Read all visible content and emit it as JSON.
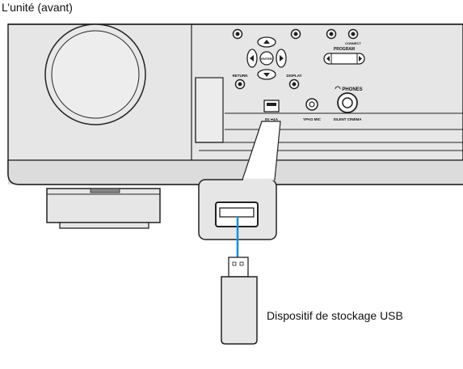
{
  "title": "L’unité (avant)",
  "usb_device_label": "Dispositif de stockage USB",
  "panel_labels": {
    "return": "RETURN",
    "display": "DISPLAY",
    "enter": "ENTER",
    "program": "PROGRAM",
    "connect": "CONNECT",
    "phones": "PHONES",
    "usb_rating": "5V ⎓1A",
    "ypao_mic": "YPAO MIC",
    "silent_cinema": "SILENT CINEMA"
  },
  "colors": {
    "panel_fill": "#e6e6e6",
    "panel_shade": "#d2d2d2",
    "outline": "#222222",
    "usb_cable": "#1a8fd6"
  }
}
